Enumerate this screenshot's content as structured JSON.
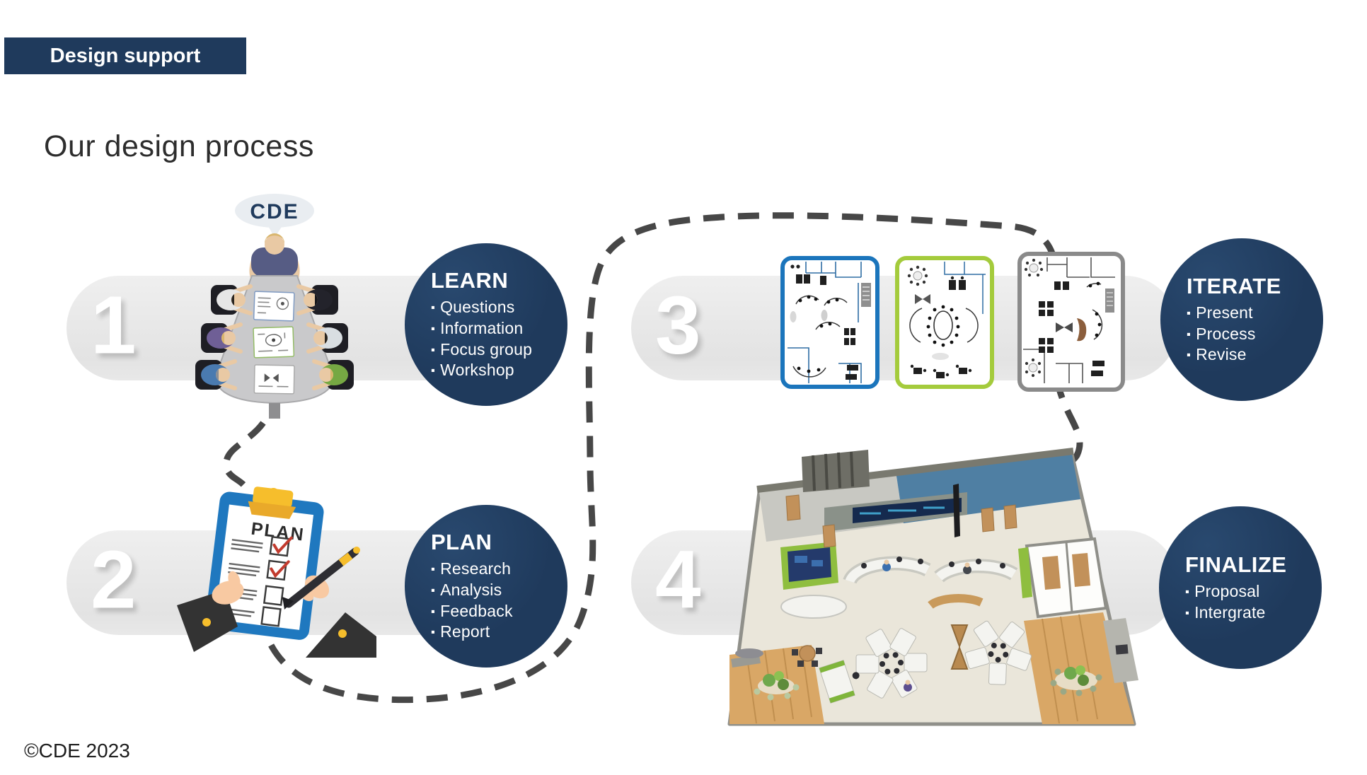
{
  "slide": {
    "badge_label": "Design support",
    "title": "Our design process",
    "footer": "©CDE 2023"
  },
  "logo": {
    "text": "CDE"
  },
  "steps": [
    {
      "number": "1",
      "title": "LEARN",
      "bullets": [
        "Questions",
        "Information",
        "Focus group",
        "Workshop"
      ]
    },
    {
      "number": "2",
      "title": "PLAN",
      "bullets": [
        "Research",
        "Analysis",
        "Feedback",
        "Report"
      ]
    },
    {
      "number": "3",
      "title": "ITERATE",
      "bullets": [
        "Present",
        "Process",
        "Revise"
      ]
    },
    {
      "number": "4",
      "title": "FINALIZE",
      "bullets": [
        "Proposal",
        "Intergrate"
      ]
    }
  ],
  "illustrations": {
    "clipboard_title": "PLAN",
    "meeting": "team-meeting-around-table",
    "floor_plans": [
      "blue-floor-plan",
      "green-floor-plan",
      "gray-floor-plan"
    ],
    "office": "office-3d-render"
  },
  "colors": {
    "navy": "#1F3A5C",
    "pill_gray": "#E8E8E8",
    "dash_gray": "#474747",
    "plan_blue_border": "#1B75BC",
    "plan_green_border": "#A4CB3C",
    "plan_gray_border": "#8A8A8A",
    "clipboard_blue": "#1F78BF",
    "clip_yellow": "#F6BE2C",
    "check_red": "#C23B2E",
    "wood": "#D9A766",
    "floor_beige": "#EAE6DA",
    "carpet_blue": "#4F7FA3",
    "accent_green": "#8FBE3F"
  }
}
